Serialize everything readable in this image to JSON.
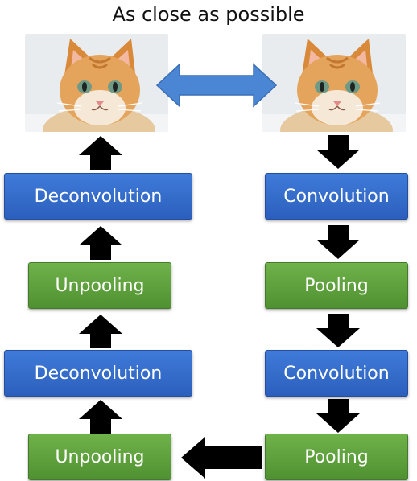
{
  "title": "As close as possible",
  "images": {
    "output_image": "kitten-photo",
    "input_image": "kitten-photo",
    "comparison_arrow": "double-headed-arrow"
  },
  "encoder": {
    "steps": [
      "Convolution",
      "Pooling",
      "Convolution",
      "Pooling"
    ]
  },
  "decoder": {
    "steps": [
      "Unpooling",
      "Deconvolution",
      "Unpooling",
      "Deconvolution"
    ]
  },
  "colors": {
    "convolution_box": "#3366cc",
    "pooling_box": "#5fa03a",
    "arrow": "#000000",
    "comparison_arrow": "#4a86d4"
  }
}
